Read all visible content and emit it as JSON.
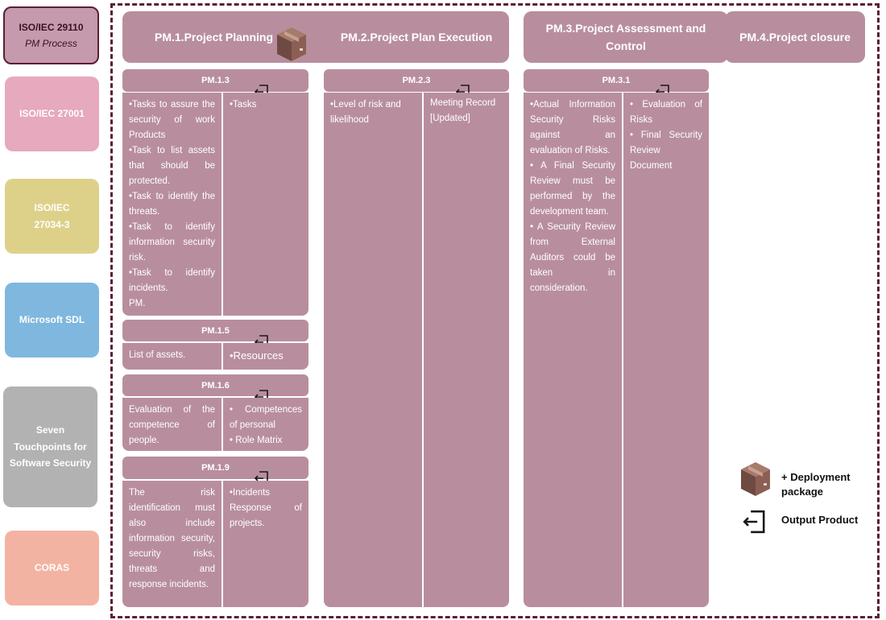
{
  "standards": {
    "pm_title": "ISO/IEC 29110",
    "pm_subtitle": "PM Process",
    "iso27001": "ISO/IEC 27001",
    "iso27034": "ISO/IEC 27034-3",
    "sdl": "Microsoft SDL",
    "touchpoints": "Seven Touchpoints for Software Security",
    "coras": "CORAS"
  },
  "colors": {
    "pm": "#c49aac",
    "iso27001": "#e6a9bd",
    "iso27034": "#ddd18a",
    "sdl": "#7fb7de",
    "touchpoints": "#b2b2b2",
    "coras": "#f3b3a2",
    "cell": "#b88e9e",
    "frame": "#5a1f35"
  },
  "phases": {
    "pm1": "PM.1.Project Planning",
    "pm2": "PM.2.Project Plan Execution",
    "pm3": "PM.3.Project Assessment and Control",
    "pm4": "PM.4.Project closure"
  },
  "tasks": {
    "pm13": {
      "id": "PM.1.3",
      "left": [
        "•Tasks to assure the security of work Products",
        "•Task to list assets that should be protected.",
        "•Task to identify the threats.",
        "•Task to identify information security risk.",
        "•Task to identify incidents.",
        "PM."
      ],
      "right": [
        "•Tasks"
      ]
    },
    "pm15": {
      "id": "PM.1.5",
      "left": [
        "List of assets."
      ],
      "right": [
        "•Resources"
      ]
    },
    "pm16": {
      "id": "PM.1.6",
      "left": [
        "Evaluation of the competence of people."
      ],
      "right": [
        "• Competences of personal",
        "• Role Matrix"
      ]
    },
    "pm19": {
      "id": "PM.1.9",
      "left": [
        "The risk identification must also include information security, security risks, threats and response incidents."
      ],
      "right": [
        "•Incidents Response of projects."
      ]
    },
    "pm23": {
      "id": "PM.2.3",
      "left": [
        "•Level of risk and likelihood"
      ],
      "right": [
        "Meeting Record [Updated]"
      ]
    },
    "pm31": {
      "id": "PM.3.1",
      "left": [
        "•Actual Information Security Risks against an evaluation of Risks.",
        "• A Final Security Review must be performed by the development team.",
        "• A Security Review from External Auditors could be taken in consideration."
      ],
      "right": [
        "• Evaluation of Risks",
        "• Final Security Review Document"
      ]
    }
  },
  "legend": {
    "deployment": "+ Deployment package",
    "output": "Output Product"
  }
}
